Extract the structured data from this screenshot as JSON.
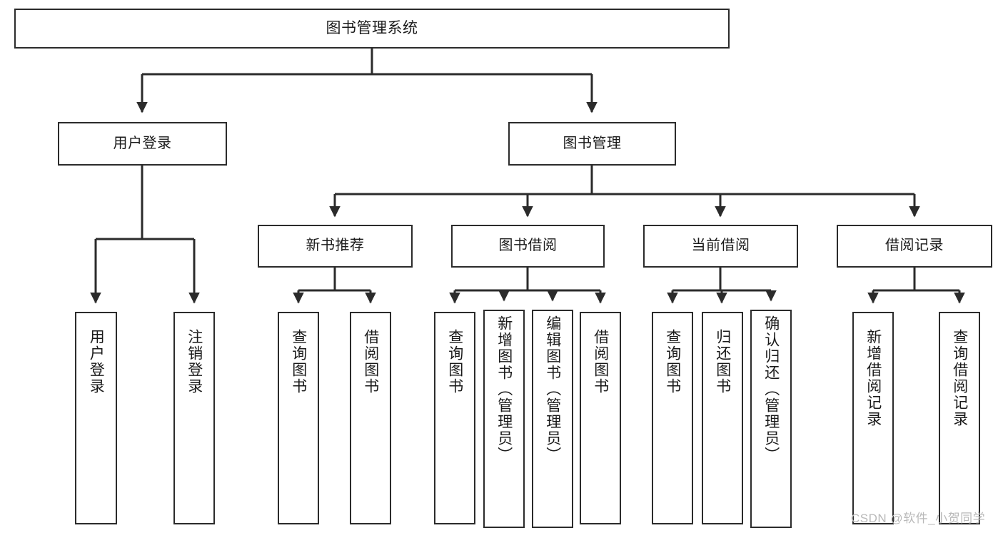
{
  "diagram": {
    "title": "图书管理系统",
    "type": "hierarchy-tree",
    "watermark": "CSDN @软件_小贺同学",
    "colors": {
      "stroke": "#2b2b2b",
      "fill": "#ffffff",
      "text": "#1a1a1a",
      "watermark": "#b9b9b9"
    },
    "nodes": {
      "root": {
        "label": "图书管理系统"
      },
      "level1": [
        {
          "id": "user-login",
          "label": "用户登录"
        },
        {
          "id": "book-manage",
          "label": "图书管理"
        }
      ],
      "level2": [
        {
          "id": "new-book-recommend",
          "label": "新书推荐"
        },
        {
          "id": "book-borrow",
          "label": "图书借阅"
        },
        {
          "id": "current-borrow",
          "label": "当前借阅"
        },
        {
          "id": "borrow-record",
          "label": "借阅记录"
        }
      ],
      "leaves": {
        "user-login": [
          {
            "id": "leaf-user-login",
            "label": "用户登录"
          },
          {
            "id": "leaf-logout-login",
            "label": "注销登录"
          }
        ],
        "new-book-recommend": [
          {
            "id": "leaf-query-book-1",
            "label": "查询图书"
          },
          {
            "id": "leaf-borrow-book-1",
            "label": "借阅图书"
          }
        ],
        "book-borrow": [
          {
            "id": "leaf-query-book-2",
            "label": "查询图书"
          },
          {
            "id": "leaf-add-book",
            "label": "新增图书（管理员）"
          },
          {
            "id": "leaf-edit-book",
            "label": "编辑图书（管理员）"
          },
          {
            "id": "leaf-borrow-book-2",
            "label": "借阅图书"
          }
        ],
        "current-borrow": [
          {
            "id": "leaf-query-book-3",
            "label": "查询图书"
          },
          {
            "id": "leaf-return-book",
            "label": "归还图书"
          },
          {
            "id": "leaf-confirm-return",
            "label": "确认归还（管理员）"
          }
        ],
        "borrow-record": [
          {
            "id": "leaf-add-record",
            "label": "新增借阅记录"
          },
          {
            "id": "leaf-query-record",
            "label": "查询借阅记录"
          }
        ]
      }
    }
  }
}
